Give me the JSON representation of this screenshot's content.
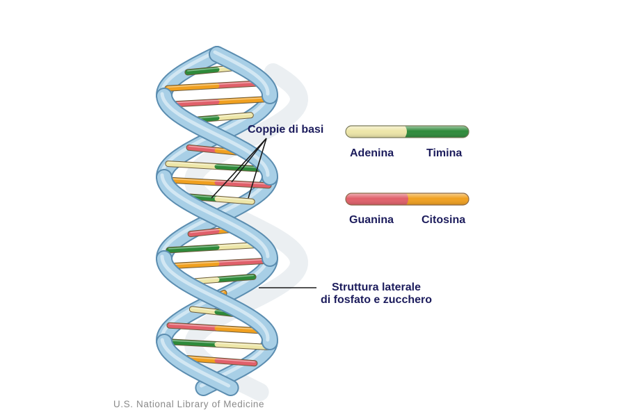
{
  "labels": {
    "base_pairs": "Coppie di basi",
    "backbone_line1": "Struttura laterale",
    "backbone_line2": "di fosfato e zucchero"
  },
  "legend": [
    {
      "left": "Adenina",
      "right": "Timina",
      "left_color": "#ede6a8",
      "right_color": "#2e8a3a"
    },
    {
      "left": "Guanina",
      "right": "Citosina",
      "left_color": "#e0606a",
      "right_color": "#f0a020"
    }
  ],
  "credit": "U.S. National Library of Medicine",
  "colors": {
    "adenine": "#ede6a8",
    "thymine": "#2e8a3a",
    "guanine": "#e0606a",
    "cytosine": "#f0a020",
    "backbone": "#a8cfe6",
    "backbone_edge": "#5b8db0",
    "label_text": "#1c1c5c"
  }
}
